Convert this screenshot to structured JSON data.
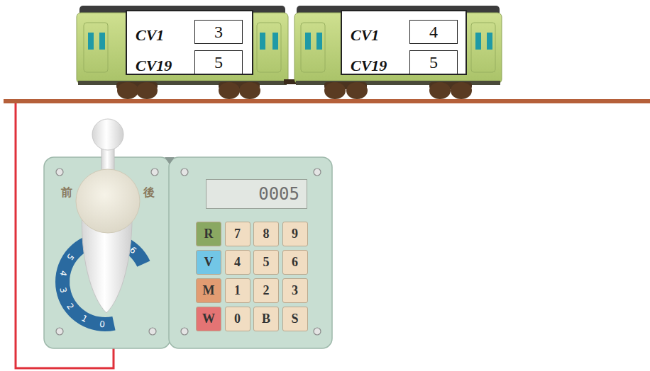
{
  "diagram": {
    "nodes": [
      {
        "text": [
          "CV1",
          "CV19"
        ]
      },
      {
        "text": [
          "3"
        ],
        "in": 0
      },
      {
        "text": [
          "5"
        ],
        "in": 0
      },
      {
        "text": [
          "CV1",
          "CV19"
        ]
      },
      {
        "text": [
          "4"
        ],
        "in": 3
      },
      {
        "text": [
          "5"
        ],
        "in": 3
      },
      {
        "text": [
          "0005"
        ]
      },
      {
        "text": [
          "R"
        ]
      },
      {
        "text": [
          "7"
        ]
      },
      {
        "text": [
          "8"
        ]
      },
      {
        "text": [
          "9"
        ]
      },
      {
        "text": [
          "V"
        ]
      },
      {
        "text": [
          "4"
        ]
      },
      {
        "text": [
          "5"
        ]
      },
      {
        "text": [
          "6"
        ]
      },
      {
        "text": [
          "M"
        ]
      },
      {
        "text": [
          "1"
        ]
      },
      {
        "text": [
          "2"
        ]
      },
      {
        "text": [
          "3"
        ]
      },
      {
        "text": [
          "W"
        ]
      },
      {
        "text": [
          "0"
        ]
      },
      {
        "text": [
          "B"
        ]
      },
      {
        "text": [
          "S"
        ]
      }
    ],
    "labels": [
      "前",
      "後",
      "0",
      "1",
      "2",
      "3",
      "4",
      "5",
      "9"
    ]
  }
}
